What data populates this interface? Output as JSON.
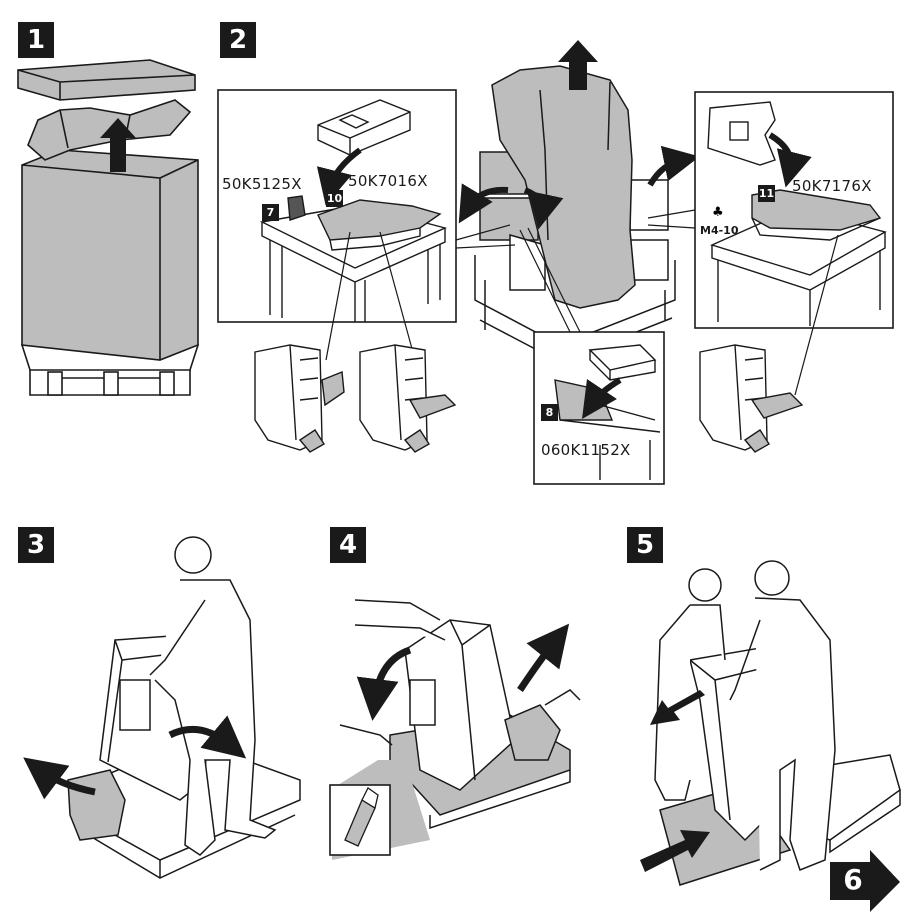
{
  "steps": [
    {
      "id": "1"
    },
    {
      "id": "2"
    },
    {
      "id": "3"
    },
    {
      "id": "4"
    },
    {
      "id": "5"
    },
    {
      "id": "6"
    }
  ],
  "parts": {
    "p7": {
      "badge": "7",
      "code": "50K5125X"
    },
    "p10": {
      "badge": "10",
      "code": "50K7016X"
    },
    "p8": {
      "badge": "8",
      "code": "060K1152X"
    },
    "p11": {
      "badge": "11",
      "code": "50K7176X"
    },
    "screw": "M4-10"
  },
  "colors": {
    "shade": "#bdbdbd",
    "ink": "#1a1a1a",
    "paper": "#ffffff"
  }
}
